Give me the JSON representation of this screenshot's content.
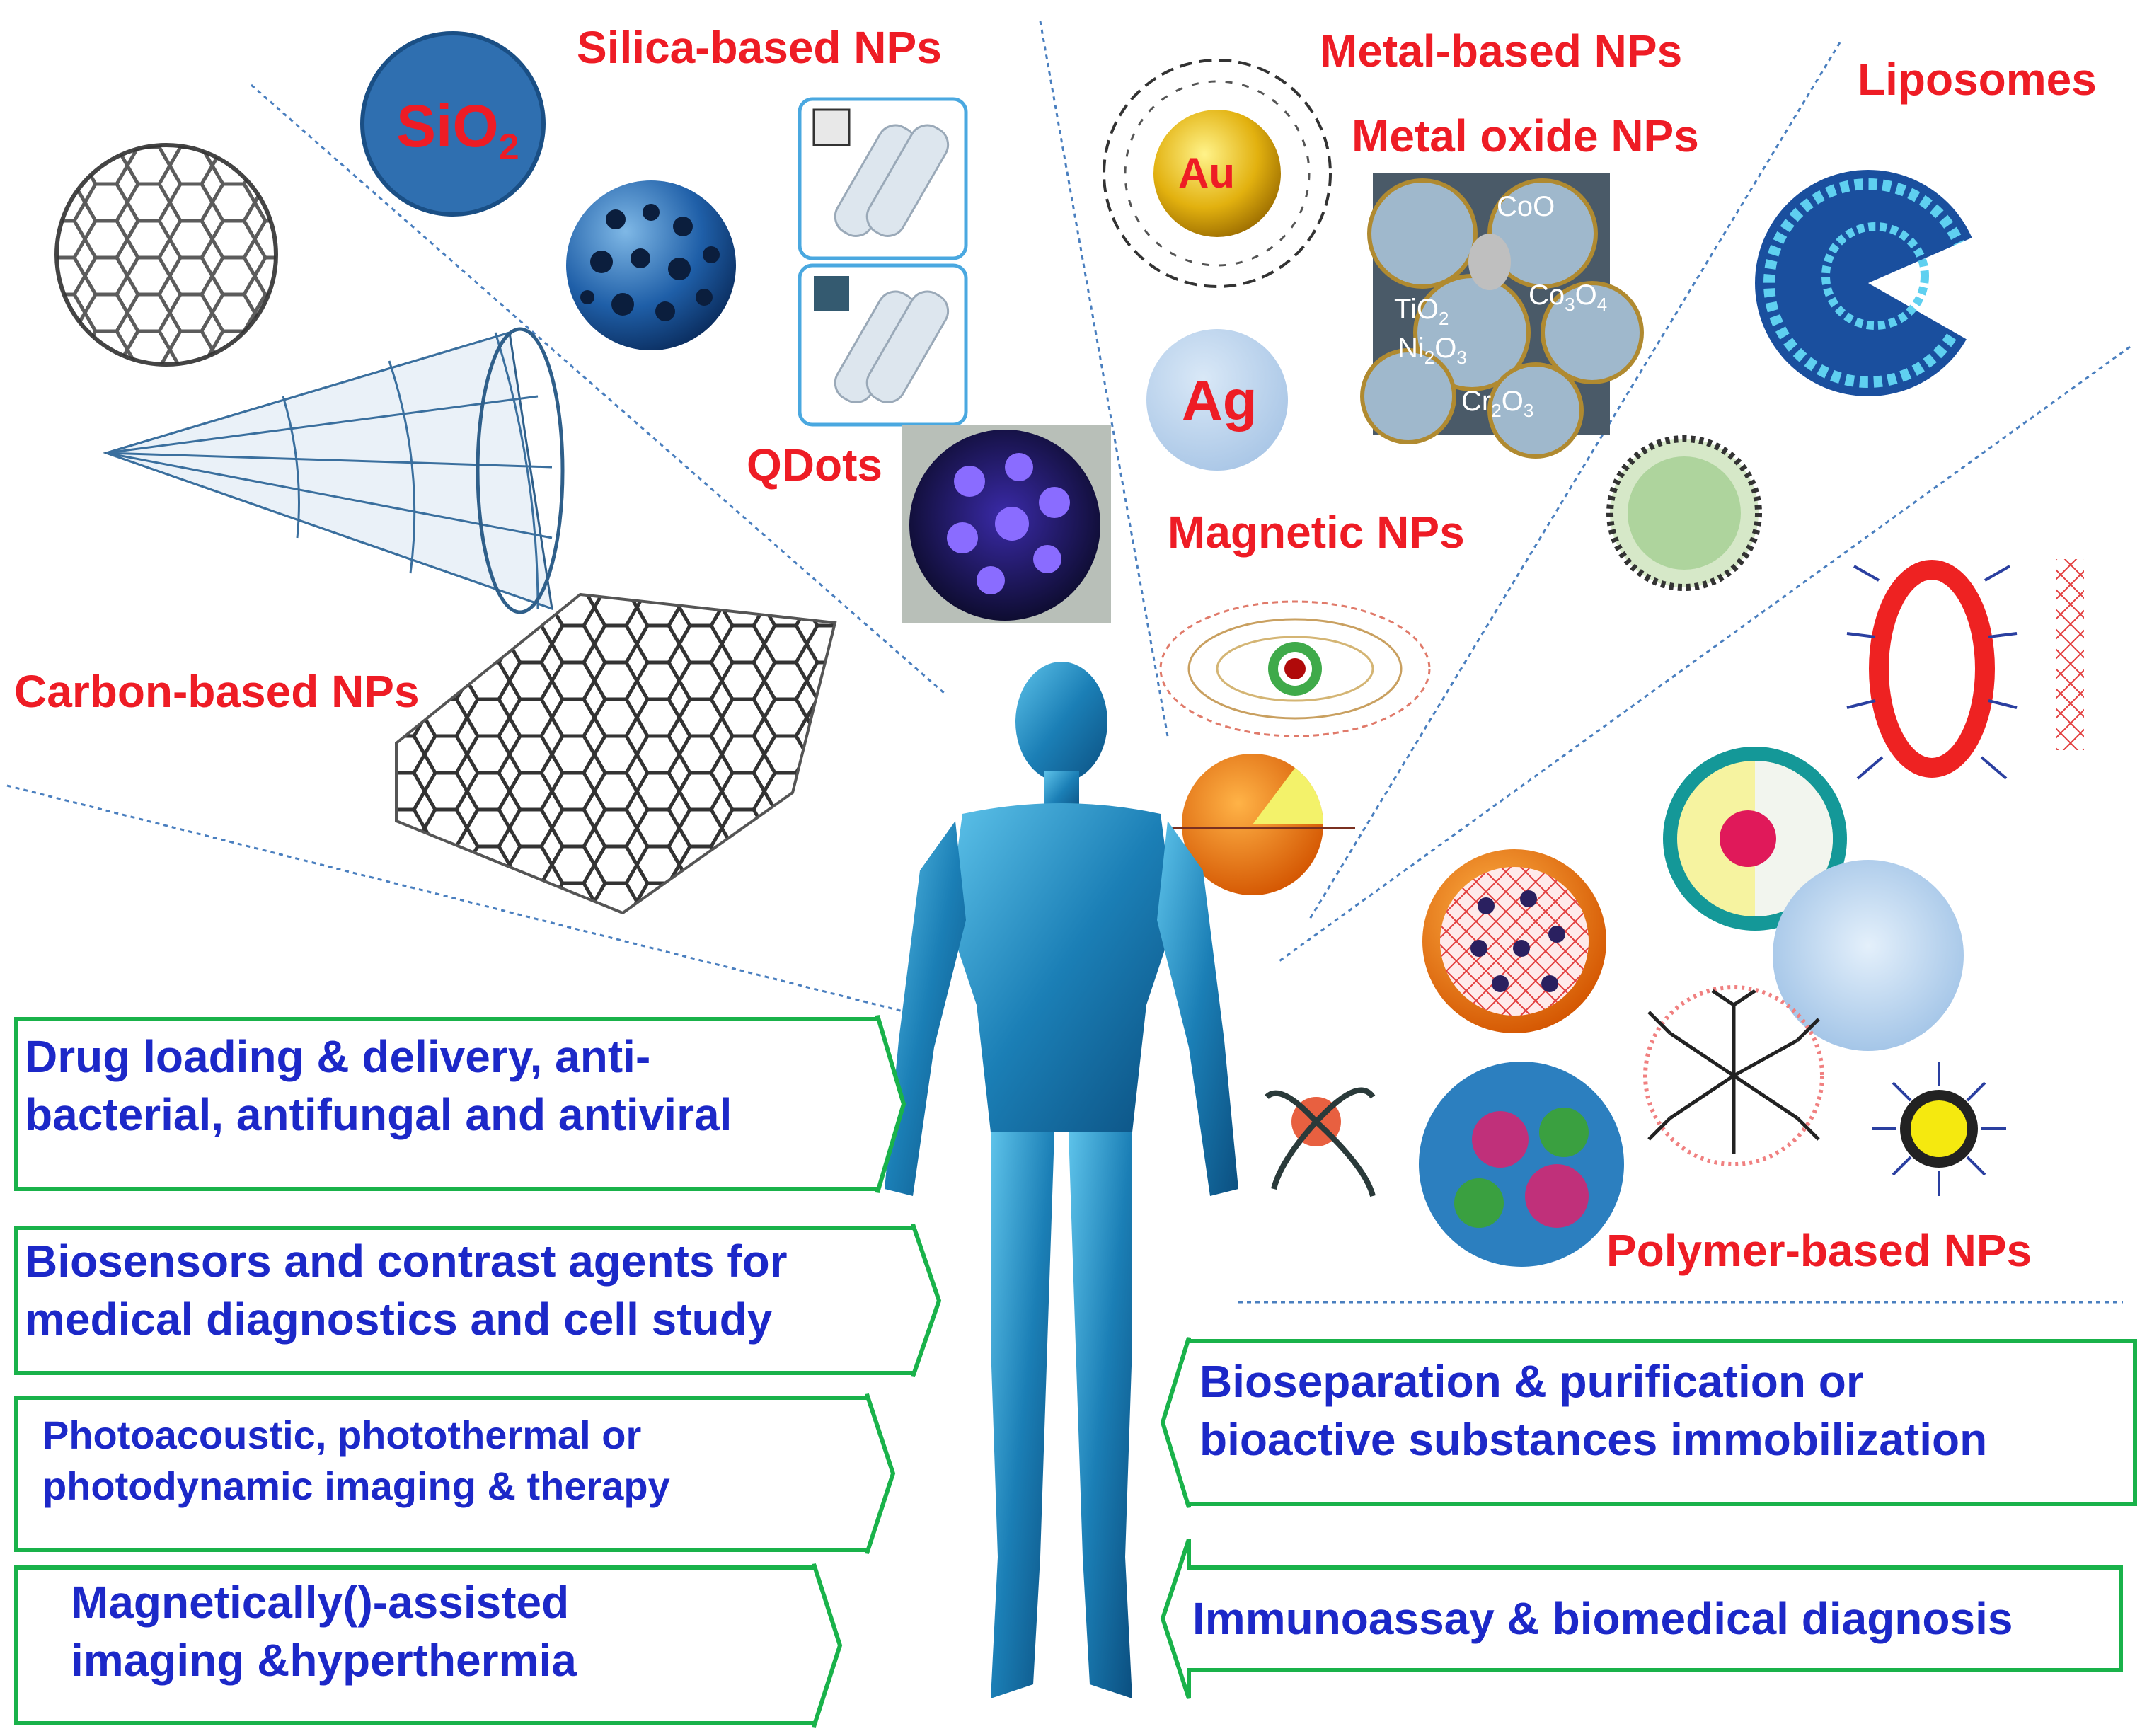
{
  "categories": {
    "silica": "Silica-based NPs",
    "metal": "Metal-based NPs",
    "metal_oxide": "Metal oxide NPs",
    "liposomes": "Liposomes",
    "qdots": "QDots",
    "magnetic": "Magnetic NPs",
    "carbon": "Carbon-based NPs",
    "polymer": "Polymer-based NPs"
  },
  "chemical_labels": {
    "sio2_base": "SiO",
    "sio2_sub": "2",
    "au": "Au",
    "ag": "Ag",
    "coo": "CoO",
    "tio2_base": "TiO",
    "tio2_sub": "2",
    "co3o4_base": "Co",
    "co3o4_sub1": "3",
    "co3o4_mid": "O",
    "co3o4_sub2": "4",
    "ni2o3_base": "Ni",
    "ni2o3_sub1": "2",
    "ni2o3_mid": "O",
    "ni2o3_sub2": "3",
    "cr2o3_base": "Cr",
    "cr2o3_sub1": "2",
    "cr2o3_mid": "O",
    "cr2o3_sub2": "3"
  },
  "applications_left": [
    {
      "line1": "Drug loading & delivery, anti-",
      "line2": "bacterial, antifungal and  antiviral"
    },
    {
      "line1": "Biosensors and contrast agents for",
      "line2": "medical diagnostics  and   cell study"
    },
    {
      "line1": "Photoacoustic, photothermal or",
      "line2": "photodynamic imaging & therapy"
    },
    {
      "line1": "Magnetically()-assisted",
      "line2": "imaging &hyperthermia"
    }
  ],
  "applications_right": [
    {
      "line1": "Bioseparation & purification  or",
      "line2": " bioactive substances immobilization"
    },
    {
      "line1": "Immunoassay & biomedical diagnosis",
      "line2": ""
    }
  ],
  "colors": {
    "category_text": "#ee1c25",
    "application_text": "#1c28c8",
    "arrow_border": "#19b24a",
    "divider": "#4a7fbf",
    "body": "#2a8fc0"
  },
  "icons": [
    "fullerene-icon",
    "nanotube-icon",
    "graphene-icon",
    "sio2-sphere-icon",
    "mesoporous-silica-icon",
    "qdot-icon",
    "gold-nanoparticle-icon",
    "silver-nanoparticle-icon",
    "metal-oxide-icon",
    "liposome-icon",
    "magnetic-field-icon",
    "core-shell-icon",
    "human-body-icon",
    "polymer-icon",
    "dendrimer-icon",
    "micelle-icon"
  ]
}
